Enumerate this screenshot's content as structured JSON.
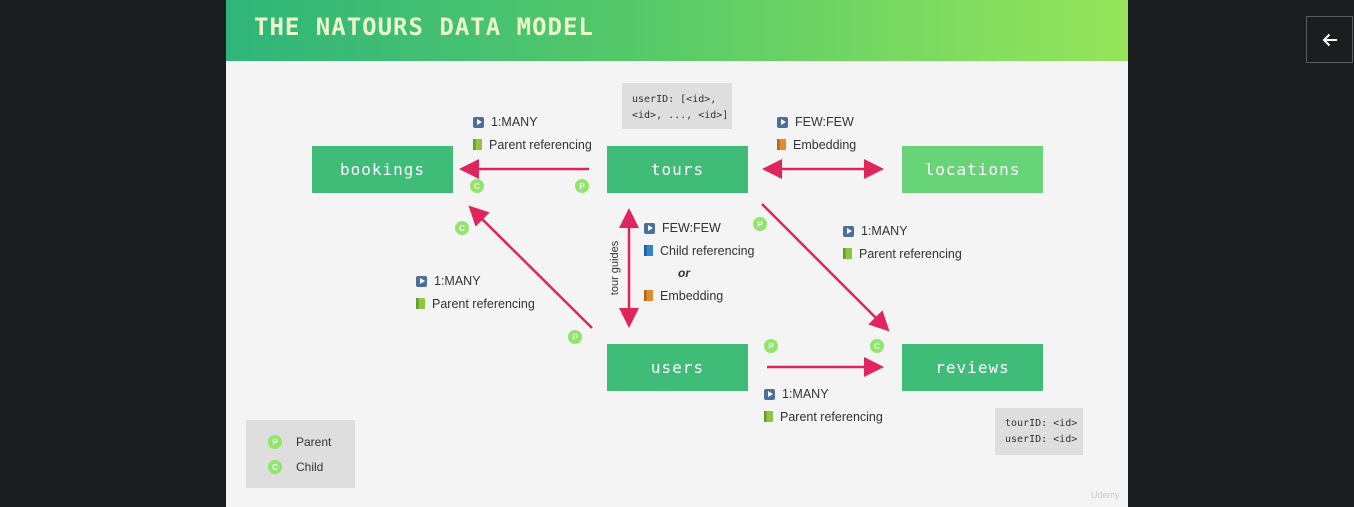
{
  "slide": {
    "title": "THE NATOURS DATA MODEL",
    "watermark": "Udemy"
  },
  "nav": {
    "back_icon": "arrow-left-icon"
  },
  "entities": {
    "bookings": "bookings",
    "tours": "tours",
    "locations": "locations",
    "users": "users",
    "reviews": "reviews"
  },
  "notes": {
    "tours_user_ids": [
      "userID: [<id>,",
      "<id>, ..., <id>]"
    ],
    "reviews_ids": [
      "tourID: <id>",
      "userID: <id>"
    ]
  },
  "relationships": {
    "tours_bookings": {
      "type": "1:MANY",
      "method": "Parent referencing"
    },
    "tours_locations": {
      "type": "FEW:FEW",
      "method": "Embedding"
    },
    "tours_users": {
      "type": "FEW:FEW",
      "method_a": "Child referencing",
      "or": "or",
      "method_b": "Embedding",
      "axis_label": "tour guides"
    },
    "tours_reviews": {
      "type": "1:MANY",
      "method": "Parent referencing"
    },
    "users_bookings": {
      "type": "1:MANY",
      "method": "Parent referencing"
    },
    "users_reviews": {
      "type": "1:MANY",
      "method": "Parent referencing"
    }
  },
  "markers": {
    "parent": "P",
    "child": "C"
  },
  "legend": {
    "parent_label": "Parent",
    "child_label": "Child"
  },
  "colors": {
    "entity": "#3ebc78",
    "entity_light": "#67d477",
    "arrow": "#e0245e",
    "marker": "#8fe66b"
  }
}
